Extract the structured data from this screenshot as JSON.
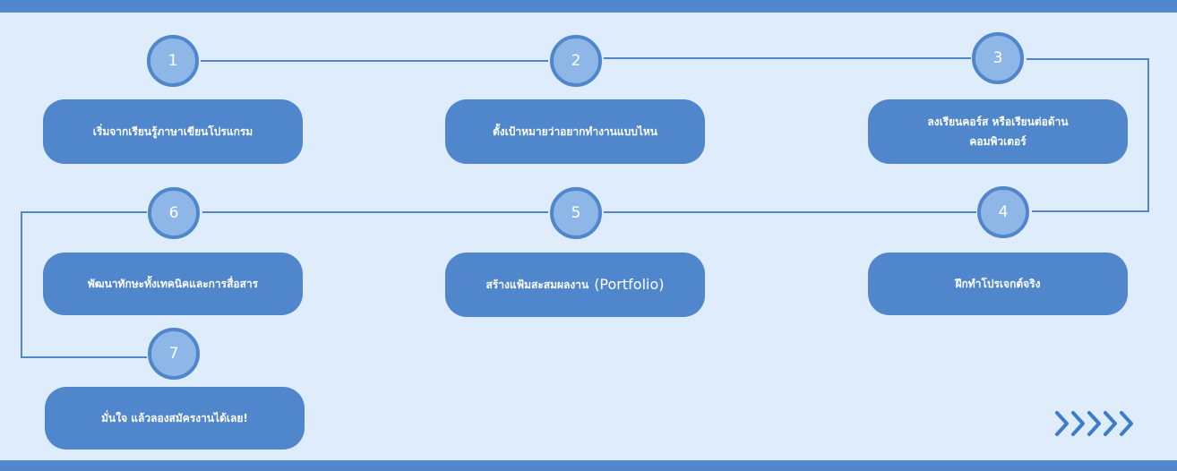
{
  "steps": [
    {
      "number": "1",
      "text": "เริ่มจากเรียนรู้ภาษาเขียนโปรแกรม"
    },
    {
      "number": "2",
      "text": "ตั้งเป้าหมายว่าอยากทำงานแบบไหน"
    },
    {
      "number": "3",
      "text": "ลงเรียนคอร์ส หรือเรียนต่อด้าน",
      "text_line2": "คอมพิวเตอร์"
    },
    {
      "number": "4",
      "text": "ฝึกทำโปรเจกต์จริง"
    },
    {
      "number": "5",
      "text": "สร้างแฟ้มสะสมผลงาน",
      "text_en": "(Portfolio)"
    },
    {
      "number": "6",
      "text": "พัฒนาทักษะทั้งเทคนิคและการสื่อสาร"
    },
    {
      "number": "7",
      "text": "มั่นใจ แล้วลองสมัครงานได้เลย!"
    }
  ],
  "arrows_icon": "chevron-right-icon",
  "colors": {
    "background": "#deecfb",
    "accent": "#4f86cc",
    "circle_fill": "#8eb7e8"
  }
}
